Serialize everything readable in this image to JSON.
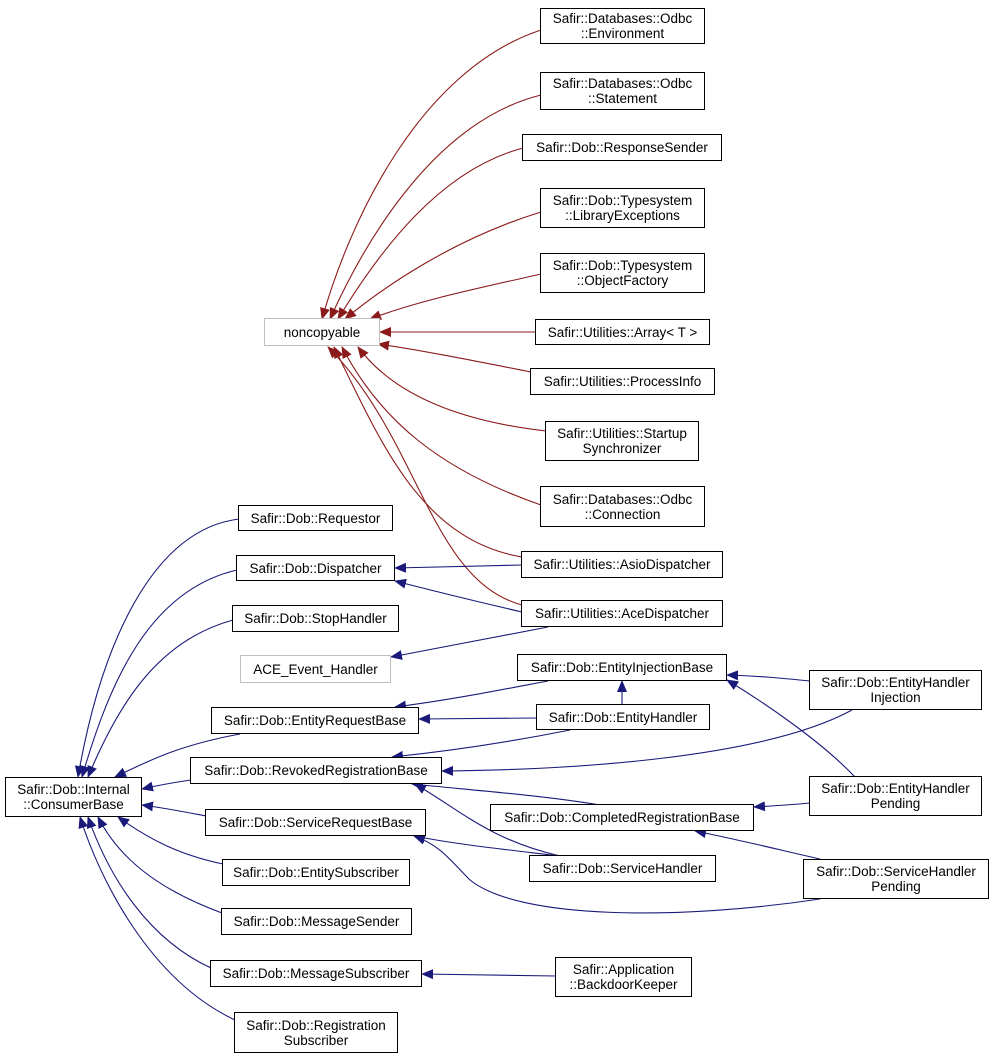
{
  "colors": {
    "inheritance_edge": "#1a1a7a",
    "noncopyable_edge": "#8b1a1a",
    "node_border": "#000000",
    "external_border": "#bfbfbf"
  },
  "nodes": {
    "noncopyable": {
      "lines": [
        "noncopyable"
      ],
      "external": true
    },
    "odbc_env": {
      "lines": [
        "Safir::Databases::Odbc",
        "::Environment"
      ]
    },
    "odbc_stmt": {
      "lines": [
        "Safir::Databases::Odbc",
        "::Statement"
      ]
    },
    "resp_sender": {
      "lines": [
        "Safir::Dob::ResponseSender"
      ]
    },
    "lib_exc": {
      "lines": [
        "Safir::Dob::Typesystem",
        "::LibraryExceptions"
      ]
    },
    "obj_factory": {
      "lines": [
        "Safir::Dob::Typesystem",
        "::ObjectFactory"
      ]
    },
    "array": {
      "lines": [
        "Safir::Utilities::Array< T >"
      ]
    },
    "process_info": {
      "lines": [
        "Safir::Utilities::ProcessInfo"
      ]
    },
    "startup_sync": {
      "lines": [
        "Safir::Utilities::Startup",
        "Synchronizer"
      ]
    },
    "odbc_conn": {
      "lines": [
        "Safir::Databases::Odbc",
        "::Connection"
      ]
    },
    "asio_disp": {
      "lines": [
        "Safir::Utilities::AsioDispatcher"
      ]
    },
    "ace_disp": {
      "lines": [
        "Safir::Utilities::AceDispatcher"
      ]
    },
    "requestor": {
      "lines": [
        "Safir::Dob::Requestor"
      ]
    },
    "dispatcher": {
      "lines": [
        "Safir::Dob::Dispatcher"
      ]
    },
    "stop_handler": {
      "lines": [
        "Safir::Dob::StopHandler"
      ]
    },
    "ace_event": {
      "lines": [
        "ACE_Event_Handler"
      ],
      "external": true
    },
    "ent_inj_base": {
      "lines": [
        "Safir::Dob::EntityInjectionBase"
      ]
    },
    "ent_req_base": {
      "lines": [
        "Safir::Dob::EntityRequestBase"
      ]
    },
    "ent_handler": {
      "lines": [
        "Safir::Dob::EntityHandler"
      ]
    },
    "ehi": {
      "lines": [
        "Safir::Dob::EntityHandler",
        "Injection"
      ]
    },
    "revoked": {
      "lines": [
        "Safir::Dob::RevokedRegistrationBase"
      ]
    },
    "consumer_base": {
      "lines": [
        "Safir::Dob::Internal",
        "::ConsumerBase"
      ]
    },
    "ehp": {
      "lines": [
        "Safir::Dob::EntityHandler",
        "Pending"
      ]
    },
    "completed": {
      "lines": [
        "Safir::Dob::CompletedRegistrationBase"
      ]
    },
    "svc_req_base": {
      "lines": [
        "Safir::Dob::ServiceRequestBase"
      ]
    },
    "shp": {
      "lines": [
        "Safir::Dob::ServiceHandler",
        "Pending"
      ]
    },
    "svc_handler": {
      "lines": [
        "Safir::Dob::ServiceHandler"
      ]
    },
    "ent_sub": {
      "lines": [
        "Safir::Dob::EntitySubscriber"
      ]
    },
    "msg_sender": {
      "lines": [
        "Safir::Dob::MessageSender"
      ]
    },
    "msg_sub": {
      "lines": [
        "Safir::Dob::MessageSubscriber"
      ]
    },
    "backdoor": {
      "lines": [
        "Safir::Application",
        "::BackdoorKeeper"
      ]
    },
    "reg_sub": {
      "lines": [
        "Safir::Dob::Registration",
        "Subscriber"
      ]
    }
  },
  "edges": [
    {
      "from": "odbc_env",
      "to": "noncopyable",
      "style": "noncopyable"
    },
    {
      "from": "odbc_stmt",
      "to": "noncopyable",
      "style": "noncopyable"
    },
    {
      "from": "resp_sender",
      "to": "noncopyable",
      "style": "noncopyable"
    },
    {
      "from": "lib_exc",
      "to": "noncopyable",
      "style": "noncopyable"
    },
    {
      "from": "obj_factory",
      "to": "noncopyable",
      "style": "noncopyable"
    },
    {
      "from": "array",
      "to": "noncopyable",
      "style": "noncopyable"
    },
    {
      "from": "process_info",
      "to": "noncopyable",
      "style": "noncopyable"
    },
    {
      "from": "startup_sync",
      "to": "noncopyable",
      "style": "noncopyable"
    },
    {
      "from": "odbc_conn",
      "to": "noncopyable",
      "style": "noncopyable"
    },
    {
      "from": "asio_disp",
      "to": "noncopyable",
      "style": "noncopyable"
    },
    {
      "from": "ace_disp",
      "to": "noncopyable",
      "style": "noncopyable"
    },
    {
      "from": "asio_disp",
      "to": "dispatcher",
      "style": "inheritance"
    },
    {
      "from": "ace_disp",
      "to": "dispatcher",
      "style": "inheritance"
    },
    {
      "from": "ace_disp",
      "to": "ace_event",
      "style": "inheritance"
    },
    {
      "from": "ent_handler",
      "to": "ent_inj_base",
      "style": "inheritance"
    },
    {
      "from": "ehi",
      "to": "ent_inj_base",
      "style": "inheritance"
    },
    {
      "from": "ehp",
      "to": "ent_inj_base",
      "style": "inheritance"
    },
    {
      "from": "ent_inj_base",
      "to": "ent_req_base",
      "style": "inheritance"
    },
    {
      "from": "ent_handler",
      "to": "ent_req_base",
      "style": "inheritance"
    },
    {
      "from": "ent_handler",
      "to": "revoked",
      "style": "inheritance"
    },
    {
      "from": "ehi",
      "to": "revoked",
      "style": "inheritance"
    },
    {
      "from": "completed",
      "to": "revoked",
      "style": "inheritance"
    },
    {
      "from": "svc_handler",
      "to": "revoked",
      "style": "inheritance"
    },
    {
      "from": "ehp",
      "to": "completed",
      "style": "inheritance"
    },
    {
      "from": "shp",
      "to": "completed",
      "style": "inheritance"
    },
    {
      "from": "svc_handler",
      "to": "svc_req_base",
      "style": "inheritance"
    },
    {
      "from": "shp",
      "to": "svc_req_base",
      "style": "inheritance"
    },
    {
      "from": "backdoor",
      "to": "msg_sub",
      "style": "inheritance"
    },
    {
      "from": "requestor",
      "to": "consumer_base",
      "style": "inheritance"
    },
    {
      "from": "dispatcher",
      "to": "consumer_base",
      "style": "inheritance"
    },
    {
      "from": "stop_handler",
      "to": "consumer_base",
      "style": "inheritance"
    },
    {
      "from": "ent_req_base",
      "to": "consumer_base",
      "style": "inheritance"
    },
    {
      "from": "revoked",
      "to": "consumer_base",
      "style": "inheritance"
    },
    {
      "from": "svc_req_base",
      "to": "consumer_base",
      "style": "inheritance"
    },
    {
      "from": "ent_sub",
      "to": "consumer_base",
      "style": "inheritance"
    },
    {
      "from": "msg_sender",
      "to": "consumer_base",
      "style": "inheritance"
    },
    {
      "from": "msg_sub",
      "to": "consumer_base",
      "style": "inheritance"
    },
    {
      "from": "reg_sub",
      "to": "consumer_base",
      "style": "inheritance"
    }
  ]
}
